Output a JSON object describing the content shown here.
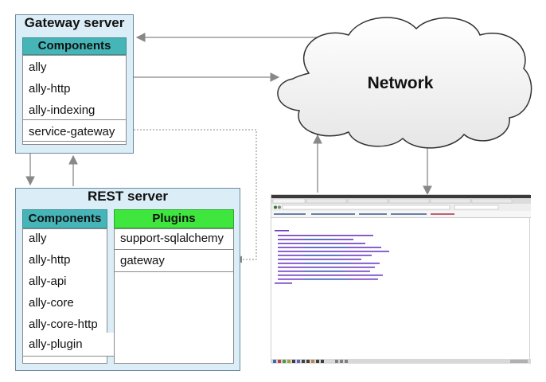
{
  "gateway": {
    "title": "Gateway server",
    "components_header": "Components",
    "components": [
      "ally",
      "ally-http",
      "ally-indexing"
    ],
    "separated_component": "service-gateway"
  },
  "rest": {
    "title": "REST server",
    "components_header": "Components",
    "components": [
      "ally",
      "ally-http",
      "ally-api",
      "ally-core",
      "ally-core-http"
    ],
    "separated_component": "ally-plugin",
    "plugins_header": "Plugins",
    "plugins": [
      "support-sqlalchemy",
      "gateway"
    ]
  },
  "network": {
    "label": "Network"
  },
  "colors": {
    "server_bg": "#dbeef7",
    "components_header": "#45b5b8",
    "plugins_header": "#3ee63e",
    "arrow": "#888888"
  }
}
